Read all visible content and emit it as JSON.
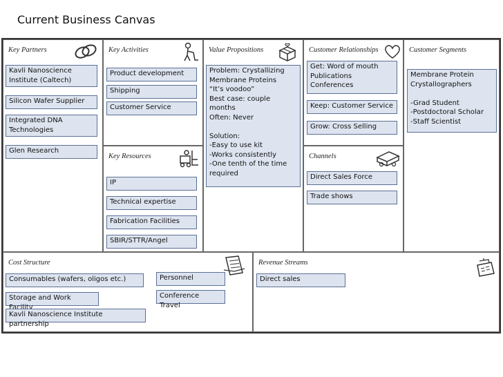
{
  "title": "Current Business Canvas",
  "sections": {
    "key_partners": {
      "heading": "Key Partners",
      "icon": "link-icon",
      "notes": [
        "Kavli Nanoscience\nInstitute (Caltech)",
        "Silicon Wafer Supplier",
        "Integrated DNA\nTechnologies",
        "Glen Research"
      ]
    },
    "key_activities": {
      "heading": "Key Activities",
      "icon": "worker-icon",
      "notes": [
        "Product development",
        "Shipping",
        "Customer Service"
      ]
    },
    "key_resources": {
      "heading": "Key Resources",
      "icon": "forklift-icon",
      "notes": [
        "IP",
        "Technical expertise",
        "Fabrication Facilities",
        "SBIR/STTR/Angel"
      ]
    },
    "value_propositions": {
      "heading": "Value Propositions",
      "icon": "gift-icon",
      "notes": [
        "Problem: Crystallizing\nMembrane Proteins\n“It’s voodoo”\nBest case: couple\nmonths\nOften: Never\n\nSolution:\n-Easy  to use kit\n-Works consistently\n-One tenth of the time\nrequired"
      ]
    },
    "customer_relationships": {
      "heading": "Customer Relationships",
      "icon": "heart-icon",
      "notes": [
        "Get: Word of mouth\nPublications\nConferences",
        "Keep:  Customer Service",
        "Grow:  Cross Selling"
      ]
    },
    "channels": {
      "heading": "Channels",
      "icon": "truck-icon",
      "notes": [
        "Direct Sales Force",
        "Trade shows"
      ]
    },
    "customer_segments": {
      "heading": "Customer Segments",
      "icon": "people-icon",
      "notes": [
        "Membrane Protein\nCrystallographers\n\n-Grad Student\n-Postdoctoral Scholar\n-Staff Scientist"
      ]
    },
    "cost_structure": {
      "heading": "Cost Structure",
      "icon": "receipt-icon",
      "notes": [
        "Consumables (wafers, oligos etc.)",
        "Personnel",
        "Conference Travel",
        "Storage and Work Facility",
        "Kavli Nanoscience Institute partnership"
      ]
    },
    "revenue_streams": {
      "heading": "Revenue Streams",
      "icon": "cash-register-icon",
      "notes": [
        "Direct sales"
      ]
    }
  }
}
